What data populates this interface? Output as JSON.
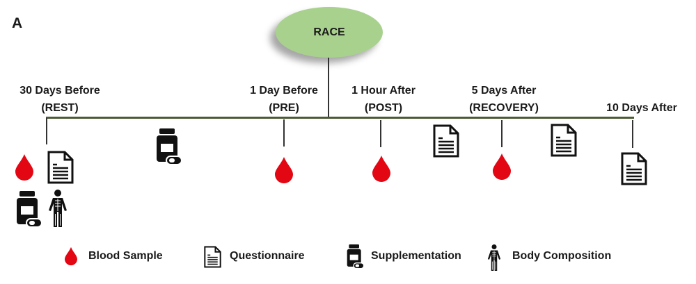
{
  "panel_label": "A",
  "center_event": "RACE",
  "timepoints": [
    {
      "line1": "30 Days Before",
      "line2": "(REST)"
    },
    {
      "line1": "1 Day Before",
      "line2": "(PRE)"
    },
    {
      "line1": "1 Hour After",
      "line2": "(POST)"
    },
    {
      "line1": "5 Days After",
      "line2": "(RECOVERY)"
    },
    {
      "line1": "10 Days After"
    }
  ],
  "legend": {
    "blood": "Blood Sample",
    "questionnaire": "Questionnaire",
    "supplementation": "Supplementation",
    "body": "Body Composition"
  },
  "colors": {
    "race_fill": "#a9d18e",
    "timeline": "#4b5a32",
    "blood": "#e30613"
  }
}
